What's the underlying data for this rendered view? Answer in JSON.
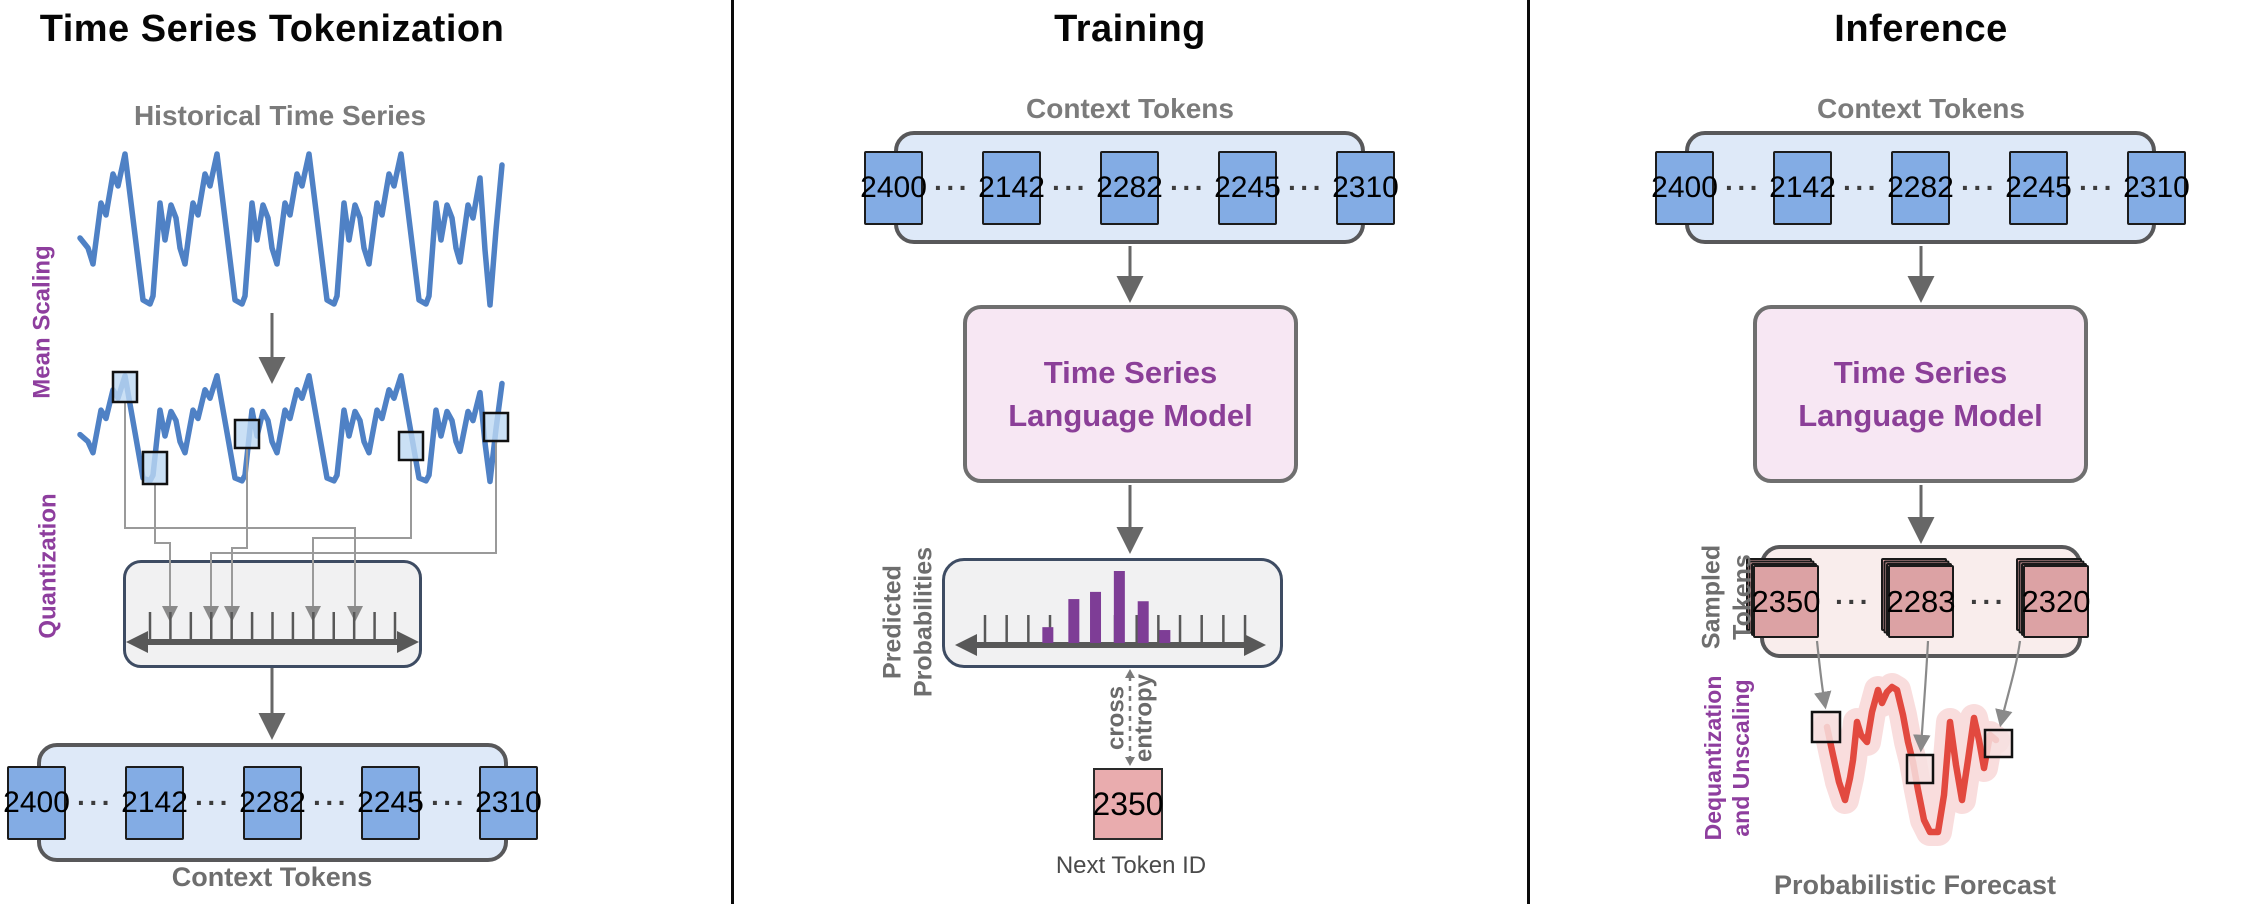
{
  "figure": {
    "panel_tokenization": {
      "title": "Time Series Tokenization",
      "series_title": "Historical Time Series",
      "mean_scaling_label": "Mean Scaling",
      "quantization_label": "Quantization",
      "tokens_caption": "Context Tokens"
    },
    "panel_training": {
      "title": "Training",
      "tokens_caption": "Context Tokens",
      "model_name": "Time Series\nLanguage Model",
      "probabilities_label": "Predicted\nProbabilities",
      "loss_label": "cross\nentropy",
      "next_token_value": "2350",
      "next_token_caption": "Next Token ID"
    },
    "panel_inference": {
      "title": "Inference",
      "tokens_caption": "Context Tokens",
      "model_name": "Time Series\nLanguage Model",
      "sampled_label": "Sampled\nTokens",
      "dequant_label": "Dequantization\nand Unscaling",
      "forecast_caption": "Probabilistic Forecast"
    }
  },
  "context_tokens": [
    "2400",
    "2142",
    "2282",
    "2245",
    "2310"
  ],
  "sampled_tokens": [
    "2350",
    "2283",
    "2320"
  ],
  "ellipsis": "···",
  "histogram": {
    "type": "bar",
    "num_ticks": 13,
    "bar_tick_positions": [
      2.9,
      4.1,
      5.1,
      6.2,
      7.3,
      8.3
    ],
    "bar_heights_rel": [
      0.22,
      0.61,
      0.71,
      1.0,
      0.58,
      0.18
    ]
  },
  "colors": {
    "token_blue": "#83ace4",
    "token_container_blue": "#dee9f8",
    "model_box_pink": "#f7e7f3",
    "model_text_purple": "#8b3f98",
    "side_label_purple": "#8e3e9e",
    "histogram_bar_purple": "#7e3d96",
    "next_token_salmon": "#e9acae",
    "sampled_card_salmon": "#dca2a4",
    "sampled_container_pink": "#f9edec",
    "forecast_red": "#e2493f",
    "series_blue": "#4f81c5",
    "gray_label": "#6e6e6e"
  }
}
